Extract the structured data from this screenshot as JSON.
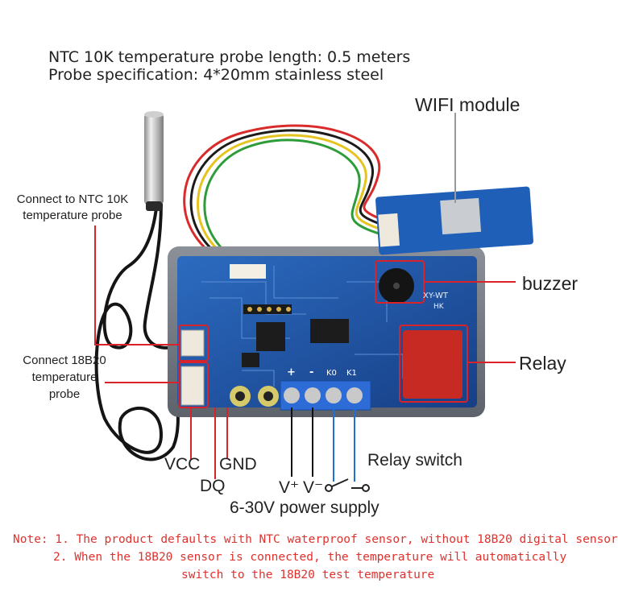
{
  "header": {
    "line1": "NTC 10K temperature probe length: 0.5 meters",
    "line2": "Probe specification: 4*20mm stainless steel"
  },
  "callouts": {
    "wifi": "WIFI module",
    "buzzer": "buzzer",
    "relay": "Relay",
    "ntc_line1": "Connect to NTC 10K",
    "ntc_line2": "temperature probe",
    "ds_line1": "Connect 18B20",
    "ds_line2": "temperature",
    "ds_line3": "probe",
    "vcc": "VCC",
    "gnd": "GND",
    "dq": "DQ",
    "vplus": "V⁺",
    "vminus": "V⁻",
    "relay_switch": "Relay switch",
    "power_supply": "6-30V power supply"
  },
  "board_marks": {
    "model": "XY-WT",
    "hk": "HK",
    "plus": "+",
    "minus": "-",
    "k0": "K0",
    "k1": "K1"
  },
  "notes": {
    "line1": "Note: 1. The product defaults with NTC waterproof sensor, without 18B20 digital sensor",
    "line2": "2. When the 18B20 sensor is connected, the temperature will automatically",
    "line3": "switch to the 18B20 test temperature"
  },
  "colors": {
    "pcb": "#1f57a8",
    "callout_red": "#d8232a",
    "callout_blue": "#1f6fd8",
    "note_red": "#e0312d",
    "relay_red": "#c72a22"
  }
}
